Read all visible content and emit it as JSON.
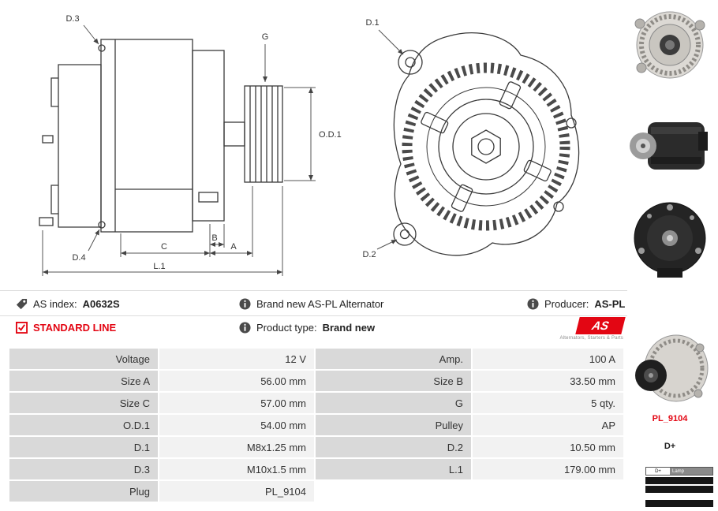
{
  "drawing": {
    "labels": {
      "d3": "D.3",
      "g": "G",
      "od1": "O.D.1",
      "d4": "D.4",
      "c": "C",
      "b": "B",
      "a": "A",
      "l1": "L.1",
      "d1": "D.1",
      "d2": "D.2"
    }
  },
  "info": {
    "as_index_label": "AS index:",
    "as_index_value": "A0632S",
    "brand_new_text": "Brand new AS-PL Alternator",
    "producer_label": "Producer:",
    "producer_value": "AS-PL",
    "standard_line": "STANDARD LINE",
    "product_type_label": "Product type:",
    "product_type_value": "Brand new",
    "logo_text": "AS",
    "logo_tagline": "Alternators, Starters & Parts"
  },
  "table": {
    "rows": [
      {
        "label1": "Voltage",
        "value1": "12 V",
        "label2": "Amp.",
        "value2": "100 A"
      },
      {
        "label1": "Size A",
        "value1": "56.00 mm",
        "label2": "Size B",
        "value2": "33.50 mm"
      },
      {
        "label1": "Size C",
        "value1": "57.00 mm",
        "label2": "G",
        "value2": "5 qty."
      },
      {
        "label1": "O.D.1",
        "value1": "54.00 mm",
        "label2": "Pulley",
        "value2": "AP"
      },
      {
        "label1": "D.1",
        "value1": "M8x1.25 mm",
        "label2": "D.2",
        "value2": "10.50 mm"
      },
      {
        "label1": "D.3",
        "value1": "M10x1.5 mm",
        "label2": "L.1",
        "value2": "179.00 mm"
      },
      {
        "label1": "Plug",
        "value1": "PL_9104",
        "label2": "",
        "value2": ""
      }
    ]
  },
  "side_column": {
    "plug_code": "PL_9104",
    "terminal_label": "D+",
    "legend_terminal": "D+",
    "legend_lamp": "Lamp"
  },
  "colors": {
    "accent_red": "#e30613",
    "table_label_bg": "#d9d9d9",
    "table_value_bg": "#f2f2f2"
  }
}
